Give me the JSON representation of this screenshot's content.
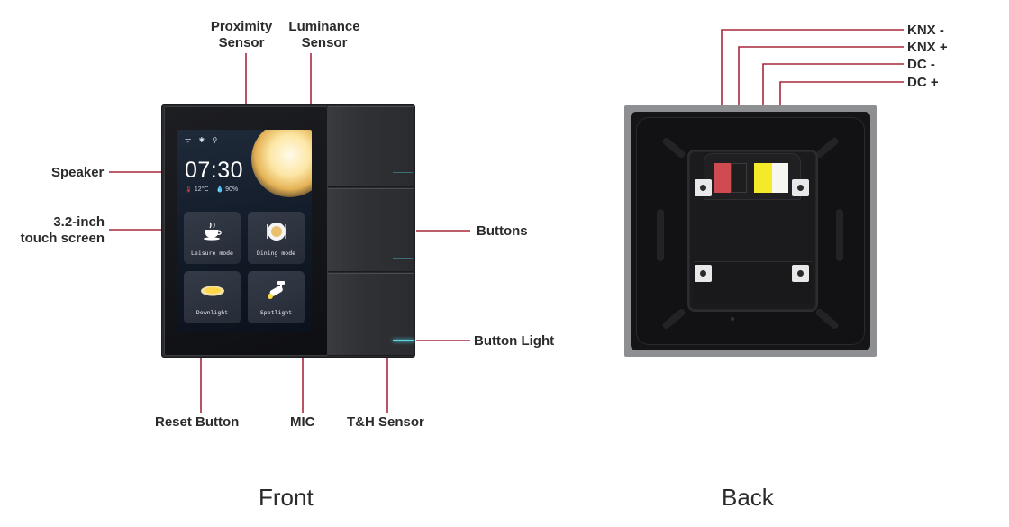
{
  "front": {
    "caption": "Front",
    "labels": {
      "proximity_sensor_line1": "Proximity",
      "proximity_sensor_line2": "Sensor",
      "luminance_sensor_line1": "Luminance",
      "luminance_sensor_line2": "Sensor",
      "speaker": "Speaker",
      "touch_screen_line1": "3.2-inch",
      "touch_screen_line2": "touch screen",
      "buttons": "Buttons",
      "button_light": "Button Light",
      "reset_button": "Reset Button",
      "mic": "MIC",
      "th_sensor": "T&H Sensor"
    },
    "screen": {
      "status_icons": "ᯤ ✱ ⚲",
      "time": "07:30",
      "temperature": "12℃",
      "humidity": "90%",
      "tiles": [
        {
          "label": "Leisure mode",
          "icon": "coffee-cup-icon"
        },
        {
          "label": "Dining mode",
          "icon": "dining-plate-icon"
        },
        {
          "label": "Downlight",
          "icon": "downlight-icon"
        },
        {
          "label": "Spotlight",
          "icon": "spotlight-icon"
        }
      ]
    },
    "colors": {
      "leader_line": "#a8283a",
      "button_light": "#59d9e8",
      "body": "#2a2b2e"
    }
  },
  "back": {
    "caption": "Back",
    "labels": {
      "knx_minus": "KNX -",
      "knx_plus": "KNX +",
      "dc_minus": "DC -",
      "dc_plus": "DC +"
    },
    "colors": {
      "knx_minus": "#d04a52",
      "knx_plus": "#1e1e1e",
      "dc_minus": "#f5ea2a",
      "dc_plus": "#f7f7f2",
      "plate": "#8e8f92"
    }
  }
}
